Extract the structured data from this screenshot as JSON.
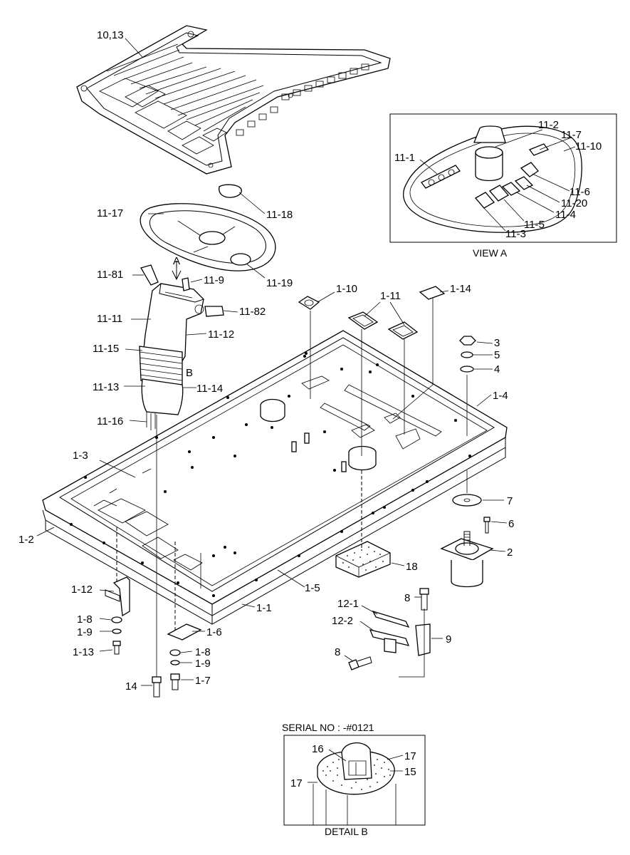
{
  "captions": {
    "view_a": "VIEW A",
    "serial_no": "SERIAL NO : -#0121",
    "detail_b": "DETAIL  B",
    "view_a_arrow": "A",
    "detail_b_marker": "B"
  },
  "labels": {
    "p10_13": "10,13",
    "p11_1": "11-1",
    "p11_2": "11-2",
    "p11_7": "11-7",
    "p11_10": "11-10",
    "p11_6": "11-6",
    "p11_20": "11-20",
    "p11_4": "11-4",
    "p11_5": "11-5",
    "p11_3": "11-3",
    "p11_17": "11-17",
    "p11_18": "11-18",
    "p11_19": "11-19",
    "p11_81": "11-81",
    "p11_9": "11-9",
    "p11_82": "11-82",
    "p11_11": "11-11",
    "p11_12": "11-12",
    "p11_15": "11-15",
    "p11_13": "11-13",
    "p11_14": "11-14",
    "p11_16": "11-16",
    "p1_10": "1-10",
    "p1_11": "1-11",
    "p1_14": "1-14",
    "p3": "3",
    "p5": "5",
    "p4": "4",
    "p1_4": "1-4",
    "p1_3": "1-3",
    "p7": "7",
    "p6": "6",
    "p2": "2",
    "p1_2": "1-2",
    "p18": "18",
    "p1_5": "1-5",
    "p1_12": "1-12",
    "p1_1": "1-1",
    "p8a": "8",
    "p12_1": "12-1",
    "p12_2": "12-2",
    "p9": "9",
    "p1_8a": "1-8",
    "p1_9a": "1-9",
    "p1_6": "1-6",
    "p1_13": "1-13",
    "p1_8b": "1-8",
    "p1_9b": "1-9",
    "p8b": "8",
    "p14": "14",
    "p1_7": "1-7",
    "p16": "16",
    "p17a": "17",
    "p15": "15",
    "p17b": "17"
  }
}
